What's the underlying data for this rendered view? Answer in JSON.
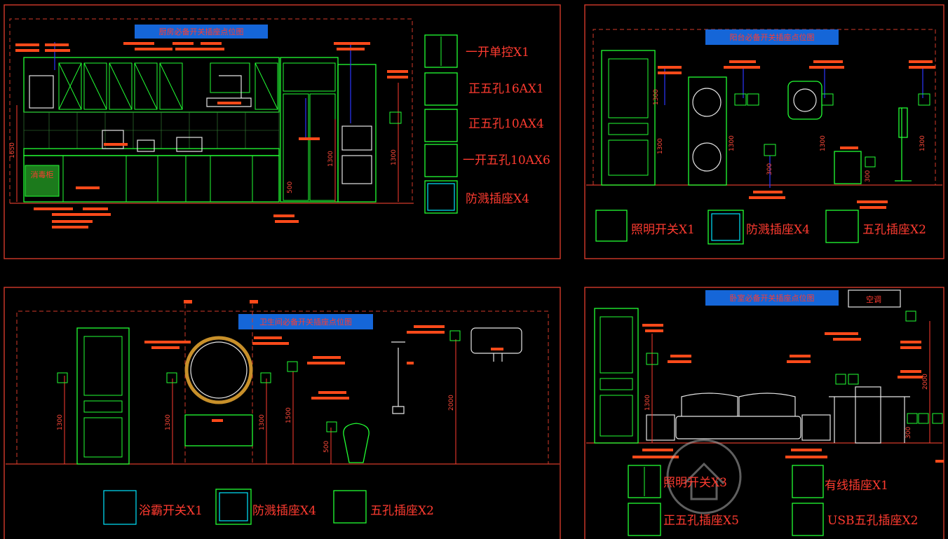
{
  "panels": {
    "kitchen": {
      "title": "厨房必备开关插座点位图",
      "legend": [
        "一开单控X1",
        "正五孔16AX1",
        "正五孔10AX4",
        "一开五孔10AX6",
        "防溅插座X4"
      ],
      "dims": [
        "1650",
        "1300",
        "500",
        "1300"
      ],
      "appliance_label": "消毒柜"
    },
    "balcony": {
      "title": "阳台必备开关插座点位图",
      "legend": [
        "照明开关X1",
        "防溅插座X4",
        "五孔插座X2"
      ],
      "dims": [
        "1300",
        "1300",
        "1300",
        "300",
        "1300",
        "300",
        "1300"
      ]
    },
    "bathroom": {
      "title": "卫生间必备开关插座点位图",
      "legend": [
        "浴霸开关X1",
        "防溅插座X4",
        "五孔插座X2"
      ],
      "dims": [
        "1300",
        "1300",
        "1300",
        "1500",
        "500",
        "2000"
      ]
    },
    "bedroom": {
      "title": "卧室必备开关插座点位图",
      "ac_label": "空调",
      "legend": [
        "照明开关X3",
        "有线插座X1",
        "正五孔插座X5",
        "USB五孔插座X2"
      ],
      "dims": [
        "1300",
        "300",
        "2000"
      ]
    }
  },
  "colors": {
    "frame": "#d23a2a",
    "outline": "#22ff33",
    "title_bg": "#1566d8",
    "label": "#ff3b30",
    "marker": "#ff4a1a",
    "riser": "#2b36ff"
  },
  "watermark": {
    "icon": "house-seal-icon"
  }
}
